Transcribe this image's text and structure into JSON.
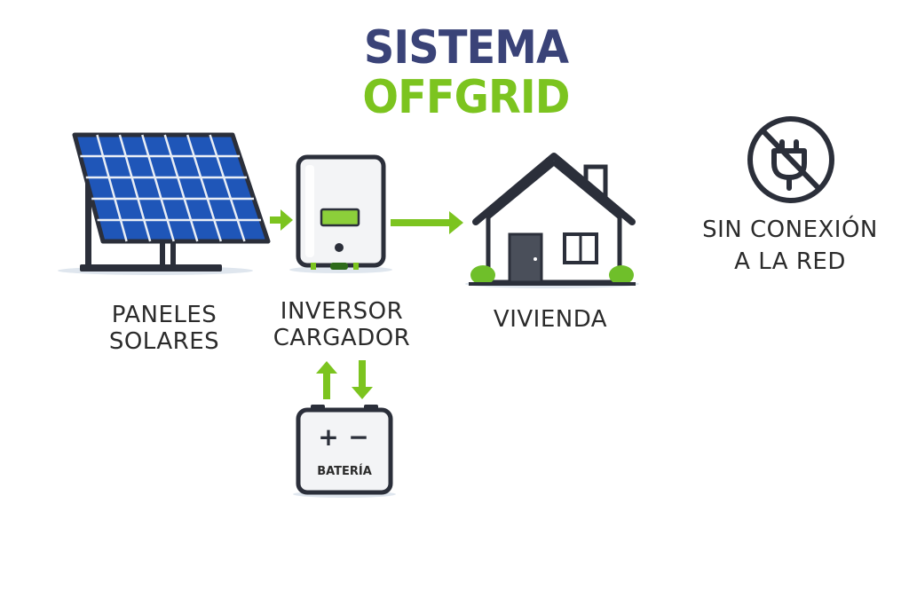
{
  "title": {
    "line1": "SISTEMA",
    "line2": "OFFGRID"
  },
  "components": {
    "panels": {
      "line1": "PANELES",
      "line2": "SOLARES"
    },
    "inverter": {
      "line1": "INVERSOR",
      "line2": "CARGADOR"
    },
    "house": {
      "label": "VIVIENDA"
    },
    "battery": {
      "label": "BATERÍA",
      "plus": "+",
      "minus": "−"
    },
    "no_grid": {
      "line1": "SIN CONEXIÓN",
      "line2": "A LA RED",
      "icon": "no-plug-icon"
    }
  },
  "colors": {
    "title_dark": "#3a4378",
    "accent_green": "#7cc41f",
    "panel_blue": "#1f56b8",
    "outline": "#2b2f3a"
  }
}
